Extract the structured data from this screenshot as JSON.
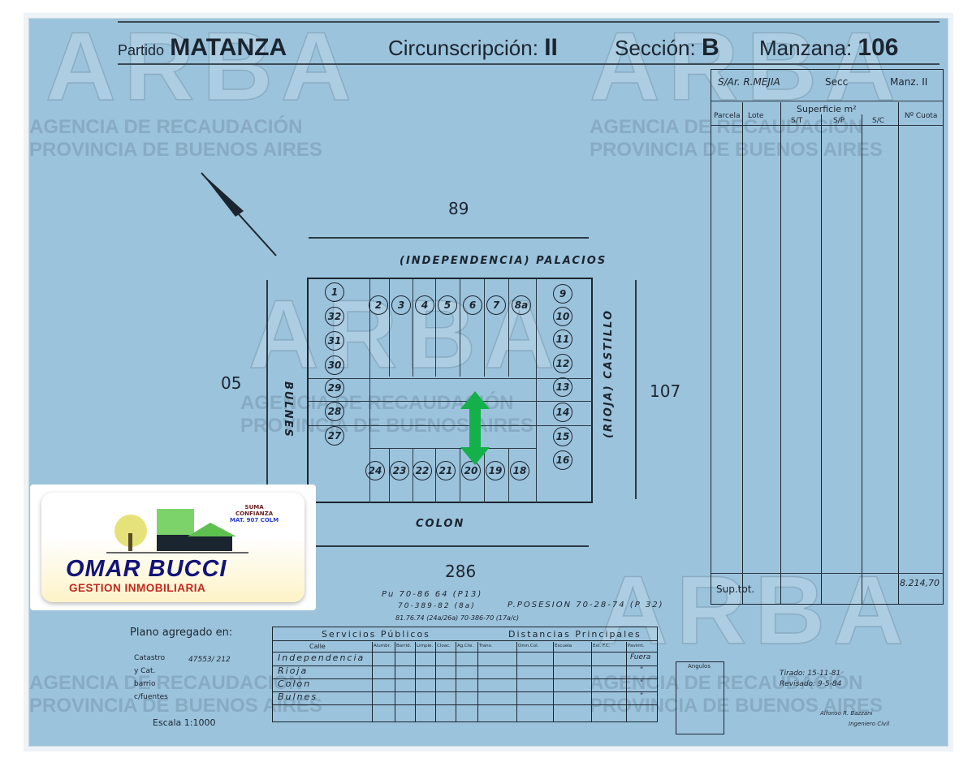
{
  "watermark": {
    "brand": "ARBA",
    "line1": "AGENCIA DE RECAUDACIÓN",
    "line2": "PROVINCIA DE BUENOS AIRES"
  },
  "header": {
    "partido_label": "Partido",
    "partido": "MATANZA",
    "circ_label": "Circunscripción:",
    "circ": "II",
    "secc_label": "Sección:",
    "secc": "B",
    "manz_label": "Manzana:",
    "manz": "106"
  },
  "streets": {
    "top": "(INDEPENDENCIA) PALACIOS",
    "right": "(RIOJA) CASTILLO",
    "left": "BULNES",
    "bottom": "COLON"
  },
  "neighbors": {
    "top": "89",
    "bottom": "286",
    "right": "107",
    "left": "05"
  },
  "lots": {
    "left": [
      "1",
      "32",
      "31",
      "30",
      "29",
      "28",
      "27"
    ],
    "top": [
      "2",
      "3",
      "4",
      "5",
      "6",
      "7",
      "8a"
    ],
    "right": [
      "9",
      "10",
      "11",
      "12",
      "13",
      "14",
      "15",
      "16"
    ],
    "bottom": [
      "24",
      "23",
      "22",
      "21",
      "20",
      "19",
      "18"
    ]
  },
  "right_table": {
    "sa": "S/Ar. R.MEJIA",
    "secc": "Secc",
    "manz": "Manz. II",
    "col_parcela": "Parcela",
    "col_lote": "Lote",
    "col_sup": "Superficie m²",
    "col_st": "S/T",
    "col_sp": "S/P",
    "col_sc": "S/C",
    "col_cuota": "Nº Cuota",
    "sup_tot_label": "Sup.tot.",
    "sup_tot": "8.214,70"
  },
  "notes": {
    "n1": "Pu 70-86 64 (P13)",
    "n2": "70-389-82 (8a)",
    "n3": "P.POSESION 70-28-74 (P 32)",
    "n4": "81.76.74 (24a/26a) 70-386-70 (17a/c)"
  },
  "left_info": {
    "plano": "Plano agregado en:",
    "l1": "Catastro",
    "l2": "y Cat.",
    "l3": "barrio",
    "l4": "c/fuentes",
    "ref": "47553/ 212",
    "escala": "Escala 1:1000"
  },
  "services": {
    "title1": "Servicios Públicos",
    "title2": "Distancias Principales",
    "calle": "Calle",
    "cols": [
      "Alumbr.",
      "Barrid.",
      "Limpie.",
      "Cloac.",
      "Ag.Cte.",
      "Tranv.",
      "Omn.Col.",
      "Escuela",
      "Est. F.C.",
      "Pavimt."
    ],
    "rows": [
      {
        "calle": "Independencia",
        "pav": "Fuera"
      },
      {
        "calle": "Rioja",
        "pav": "\""
      },
      {
        "calle": "Colon",
        "pav": "\""
      },
      {
        "calle": "Bulnes",
        "pav": "\""
      }
    ]
  },
  "angles": {
    "title": "Angulos"
  },
  "signature": {
    "fecha1": "Tirado: 15-11-81",
    "fecha2": "Revisado: 9-5-84",
    "name": "Alfonso R. Bazzani",
    "title": "Ingeniero Civil"
  },
  "logo": {
    "slogan1": "SUMA",
    "slogan2": "CONFIANZA",
    "license": "MAT. 907 COLM",
    "name": "OMAR BUCCI",
    "sub": "GESTION INMOBILIARIA"
  }
}
